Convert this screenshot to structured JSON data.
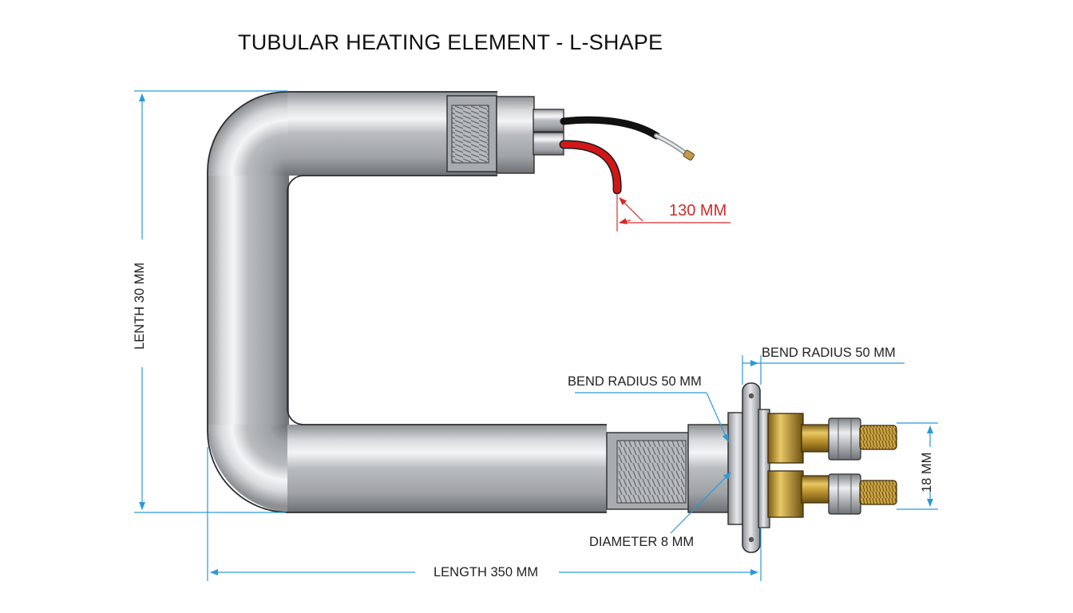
{
  "title": "TUBULAR HEATING ELEMENT - L-SHAPE",
  "dimensions": {
    "lead_length": "130 MM",
    "vertical_length": "LENTH 30 MM",
    "bend_radius_right": "BEND RADIUS 50 MM",
    "bend_radius_left": "BEND RADIUS 50 MM",
    "terminal_spacing": "18 MM",
    "diameter": "DIAMETER 8 MM",
    "overall_length": "LENGTH 350 MM"
  },
  "colors": {
    "dimension_line": "#2a9ad6",
    "lead_dimension": "#d42a2a",
    "tube_metal": "#b8babd",
    "brass": "#c9a33a",
    "wire_black": "#1a1a1a",
    "wire_red": "#d01818"
  }
}
